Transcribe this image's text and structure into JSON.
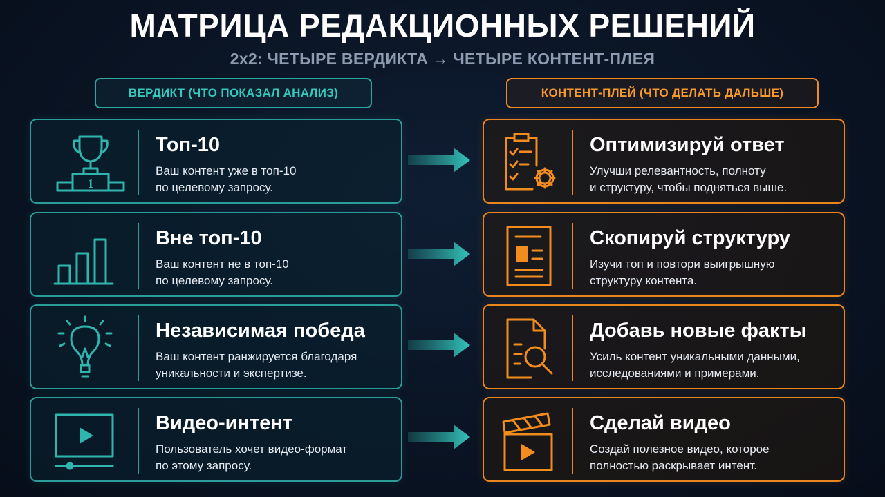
{
  "title": "МАТРИЦА РЕДАКЦИОННЫХ РЕШЕНИЙ",
  "subtitle": "2x2: ЧЕТЫРЕ ВЕРДИКТА → ЧЕТЫРЕ КОНТЕНТ-ПЛЕЯ",
  "left_header": "ВЕРДИКТ (ЧТО ПОКАЗАЛ АНАЛИЗ)",
  "right_header": "КОНТЕНТ-ПЛЕЙ  (ЧТО ДЕЛАТЬ ДАЛЬШЕ)",
  "colors": {
    "teal": "#2a9d98",
    "orange": "#e9861f",
    "background": "#0a1424"
  },
  "rows": [
    {
      "verdict": {
        "icon": "trophy-podium-icon",
        "trophy_number": "1",
        "title": "Топ-10",
        "line1": "Ваш контент уже в топ-10",
        "line2": "по целевому запросу."
      },
      "play": {
        "icon": "checklist-gear-icon",
        "title": "Оптимизируй ответ",
        "line1": "Улучши релевантность, полноту",
        "line2": "и структуру, чтобы подняться выше."
      }
    },
    {
      "verdict": {
        "icon": "bar-chart-icon",
        "title": "Вне топ-10",
        "line1": "Ваш контент не в топ-10",
        "line2": "по целевому запросу."
      },
      "play": {
        "icon": "document-layout-icon",
        "title": "Скопируй структуру",
        "line1": "Изучи топ и повтори выигрышную",
        "line2": "структуру контента."
      }
    },
    {
      "verdict": {
        "icon": "lightbulb-icon",
        "title": "Независимая победа",
        "line1": "Ваш контент ранжируется благодаря",
        "line2": "уникальности и экспертизе."
      },
      "play": {
        "icon": "document-search-icon",
        "title": "Добавь новые факты",
        "line1": "Усиль контент уникальными данными,",
        "line2": "исследованиями и примерами."
      }
    },
    {
      "verdict": {
        "icon": "video-player-icon",
        "title": "Видео-интент",
        "line1": "Пользователь хочет видео-формат",
        "line2": "по этому запросу."
      },
      "play": {
        "icon": "clapperboard-icon",
        "title": "Сделай видео",
        "line1": "Создай полезное видео, которое",
        "line2": "полностью раскрывает интент."
      }
    }
  ]
}
